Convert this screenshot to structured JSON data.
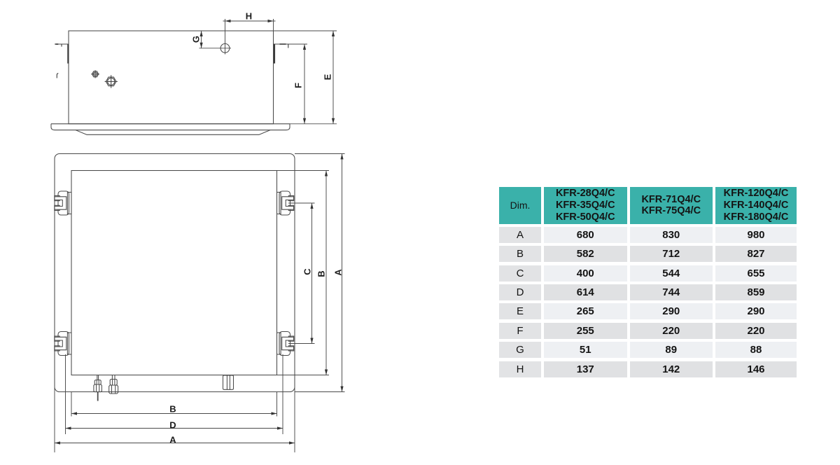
{
  "table": {
    "header": [
      "Dim.",
      "KFR-28Q4/C\nKFR-35Q4/C\nKFR-50Q4/C",
      "KFR-71Q4/C\nKFR-75Q4/C",
      "KFR-120Q4/C\nKFR-140Q4/C\nKFR-180Q4/C"
    ],
    "rows": [
      {
        "dim": "A",
        "values": [
          "680",
          "830",
          "980"
        ]
      },
      {
        "dim": "B",
        "values": [
          "582",
          "712",
          "827"
        ]
      },
      {
        "dim": "C",
        "values": [
          "400",
          "544",
          "655"
        ]
      },
      {
        "dim": "D",
        "values": [
          "614",
          "744",
          "859"
        ]
      },
      {
        "dim": "E",
        "values": [
          "265",
          "290",
          "290"
        ]
      },
      {
        "dim": "F",
        "values": [
          "255",
          "220",
          "220"
        ]
      },
      {
        "dim": "G",
        "values": [
          "51",
          "89",
          "88"
        ]
      },
      {
        "dim": "H",
        "values": [
          "137",
          "142",
          "146"
        ]
      }
    ],
    "colors": {
      "header_bg": "#3ab1aa",
      "dim_col_bg": "#e2e3e5",
      "row_light": "#eef0f3",
      "row_dark": "#e0e1e3",
      "text": "#141414"
    }
  },
  "drawing": {
    "side_view_labels": {
      "H": "H",
      "G": "G",
      "F": "F",
      "E": "E"
    },
    "plan_labels_right": [
      "C",
      "B",
      "A"
    ],
    "plan_labels_bottom": [
      "B",
      "D",
      "A"
    ],
    "line_color": "#4a4a4a"
  }
}
